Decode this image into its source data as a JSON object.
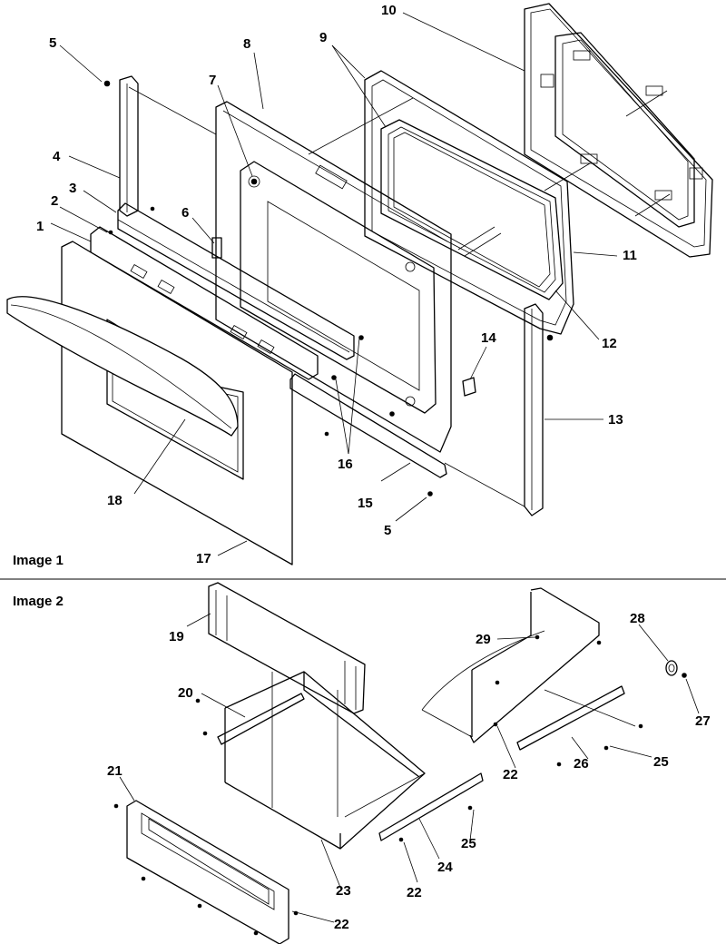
{
  "captions": {
    "image1": "Image 1",
    "image2": "Image 2"
  },
  "callouts": {
    "c1": "1",
    "c2": "2",
    "c3": "3",
    "c4": "4",
    "c5a": "5",
    "c5b": "5",
    "c6": "6",
    "c7": "7",
    "c8": "8",
    "c9": "9",
    "c10": "10",
    "c11": "11",
    "c12": "12",
    "c13": "13",
    "c14": "14",
    "c15": "15",
    "c16": "16",
    "c17": "17",
    "c18": "18",
    "c19": "19",
    "c20": "20",
    "c21": "21",
    "c22a": "22",
    "c22b": "22",
    "c22c": "22",
    "c23": "23",
    "c24": "24",
    "c25a": "25",
    "c25b": "25",
    "c26": "26",
    "c27": "27",
    "c28": "28",
    "c29": "29"
  }
}
